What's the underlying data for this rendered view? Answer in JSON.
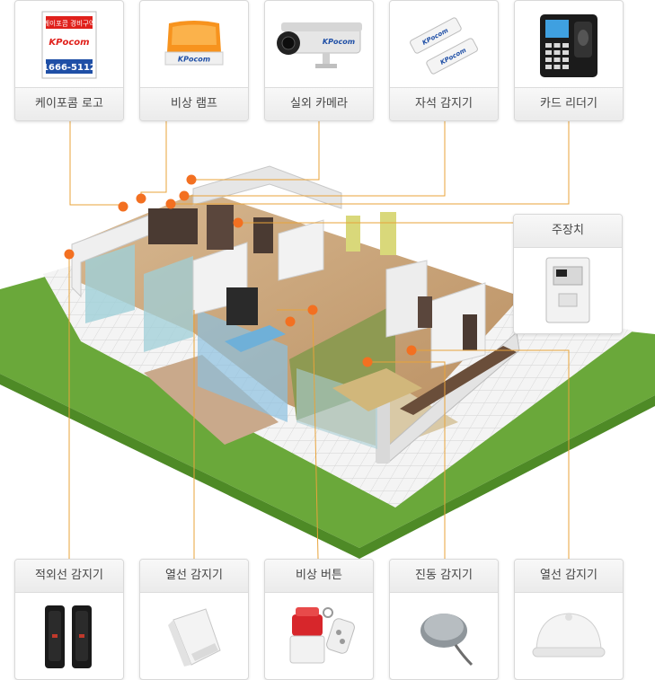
{
  "top_devices": [
    {
      "label": "케이포콤 로고",
      "icon": "kpocom-logo-sign-icon",
      "sign": {
        "top_text": "케이포콤 경비구역",
        "brand": "KPocom",
        "phone": "1666-5112"
      }
    },
    {
      "label": "비상 램프",
      "icon": "emergency-lamp-icon",
      "brand": "KPocom"
    },
    {
      "label": "실외 카메라",
      "icon": "outdoor-camera-icon",
      "brand": "KPocom"
    },
    {
      "label": "자석 감지기",
      "icon": "magnetic-sensor-icon",
      "brand": "KPocom"
    },
    {
      "label": "카드 리더기",
      "icon": "card-reader-icon"
    }
  ],
  "main_unit": {
    "label": "주장치",
    "icon": "main-control-unit-icon"
  },
  "bottom_devices": [
    {
      "label": "적외선 감지기",
      "icon": "infrared-beam-sensor-icon"
    },
    {
      "label": "열선 감지기",
      "icon": "pir-sensor-icon"
    },
    {
      "label": "비상 버튼",
      "icon": "emergency-button-icon"
    },
    {
      "label": "진동 감지기",
      "icon": "vibration-sensor-icon"
    },
    {
      "label": "열선 감지기",
      "icon": "ceiling-pir-sensor-icon"
    }
  ],
  "colors": {
    "connector_line": "#e8a33a",
    "marker": "#f37021",
    "lawn": "#6aa83a",
    "card_border": "#d9d9d9"
  }
}
